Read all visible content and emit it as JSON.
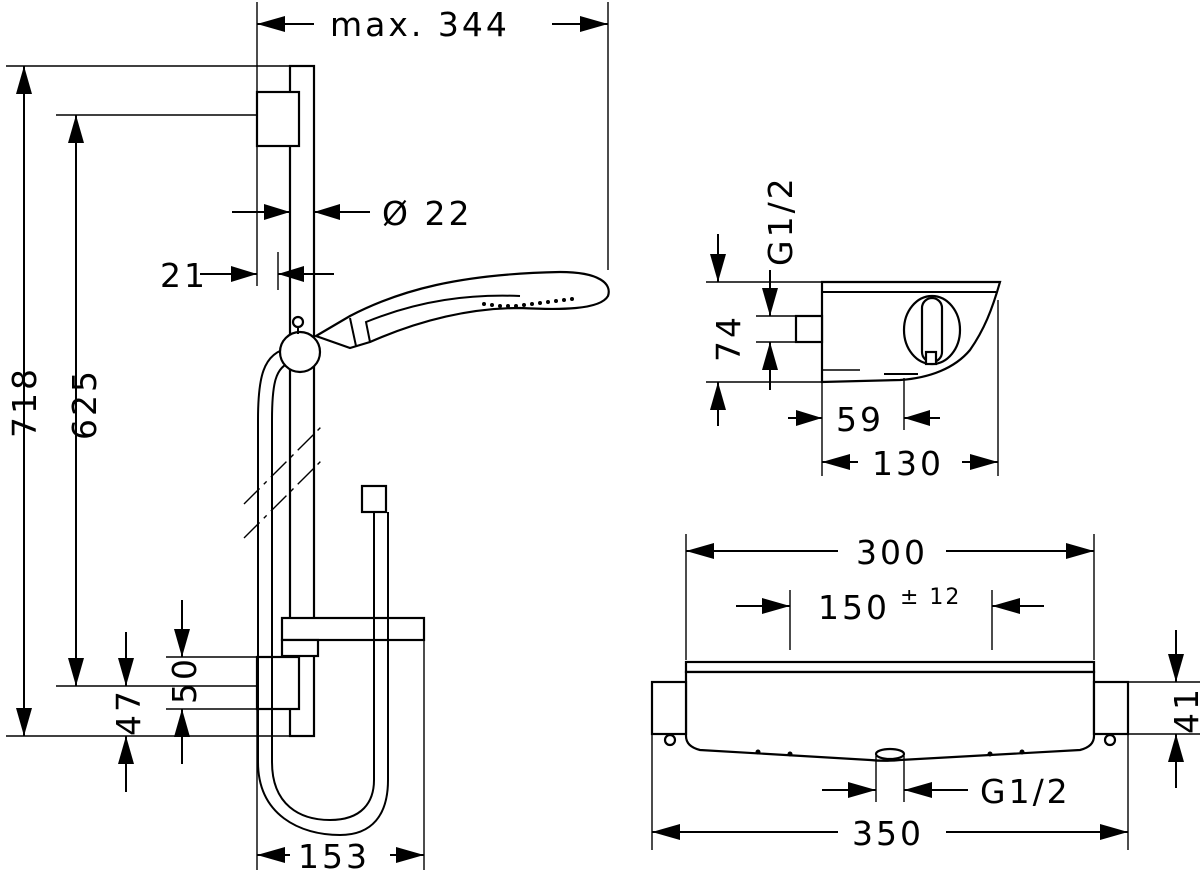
{
  "labels": {
    "max_width": "max. 344",
    "rail_diameter": "Ø 22",
    "rail_offset": "21",
    "total_height": "718",
    "bracket_spacing": "625",
    "lower_offset_47": "47",
    "lower_offset_50": "50",
    "shelf_width": "153",
    "thermostat_height": "74",
    "thermostat_connection": "G1/2",
    "thermostat_depth_59": "59",
    "thermostat_depth_130": "130",
    "connection_spacing": "300",
    "connection_tolerance_base": "150",
    "connection_tolerance_sup": "± 12",
    "thermostat_front_height": "41",
    "outlet_connection": "G1/2",
    "thermostat_width": "350"
  }
}
